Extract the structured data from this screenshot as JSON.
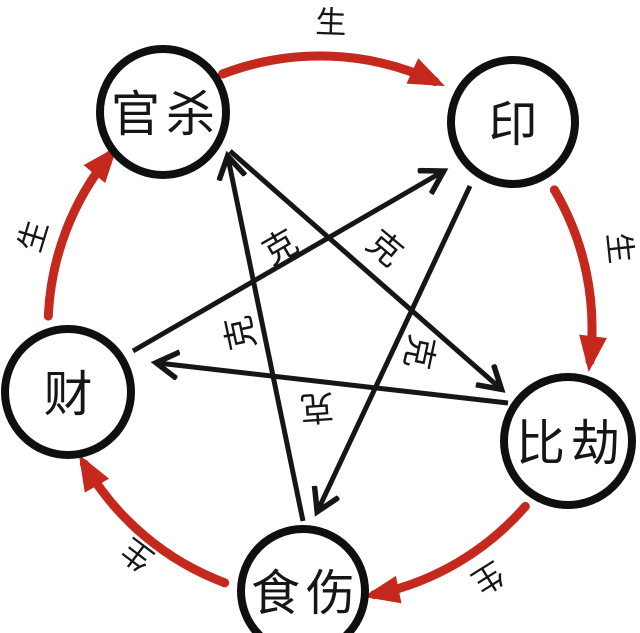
{
  "diagram": {
    "background_color": "#ffffff",
    "node_ring_color": "#0f0f0f",
    "nodes": [
      {
        "id": "guansha",
        "label": "官杀",
        "position": "top-left"
      },
      {
        "id": "yin",
        "label": "印",
        "position": "top-right"
      },
      {
        "id": "bijie",
        "label": "比劫",
        "position": "right"
      },
      {
        "id": "shishang",
        "label": "食伤",
        "position": "bottom"
      },
      {
        "id": "cai",
        "label": "财",
        "position": "left"
      }
    ],
    "generating": {
      "label": "生",
      "arrow_color": "#c5281c",
      "edges": [
        {
          "from": "guansha",
          "to": "yin"
        },
        {
          "from": "yin",
          "to": "bijie"
        },
        {
          "from": "bijie",
          "to": "shishang"
        },
        {
          "from": "shishang",
          "to": "cai"
        },
        {
          "from": "cai",
          "to": "guansha"
        }
      ]
    },
    "overcoming": {
      "label": "克",
      "arrow_color": "#161616",
      "edges": [
        {
          "from": "guansha",
          "to": "bijie"
        },
        {
          "from": "bijie",
          "to": "cai"
        },
        {
          "from": "cai",
          "to": "yin"
        },
        {
          "from": "yin",
          "to": "shishang"
        },
        {
          "from": "shishang",
          "to": "guansha"
        }
      ]
    }
  }
}
